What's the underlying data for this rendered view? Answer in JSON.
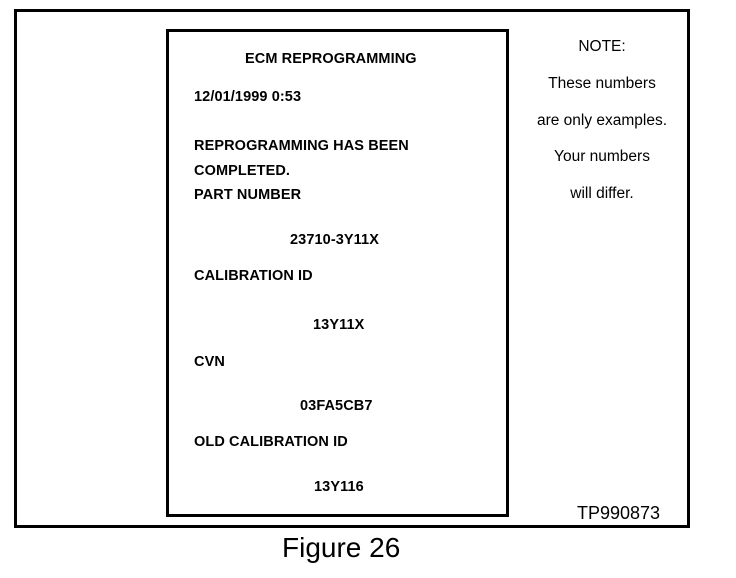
{
  "screen": {
    "title": "ECM REPROGRAMMING",
    "timestamp": "12/01/1999 0:53",
    "message_line1": "REPROGRAMMING HAS BEEN",
    "message_line2": "COMPLETED.",
    "part_number_label": "PART NUMBER",
    "part_number_value": "23710-3Y11X",
    "calibration_id_label": "CALIBRATION ID",
    "calibration_id_value": "13Y11X",
    "cvn_label": "CVN",
    "cvn_value": "03FA5CB7",
    "old_calibration_id_label": "OLD CALIBRATION ID",
    "old_calibration_id_value": "13Y116"
  },
  "note": {
    "heading": "NOTE:",
    "line1": "These numbers",
    "line2": "are only examples.",
    "line3": "Your numbers",
    "line4": "will differ."
  },
  "figure": {
    "code": "TP990873",
    "caption": "Figure 26"
  }
}
